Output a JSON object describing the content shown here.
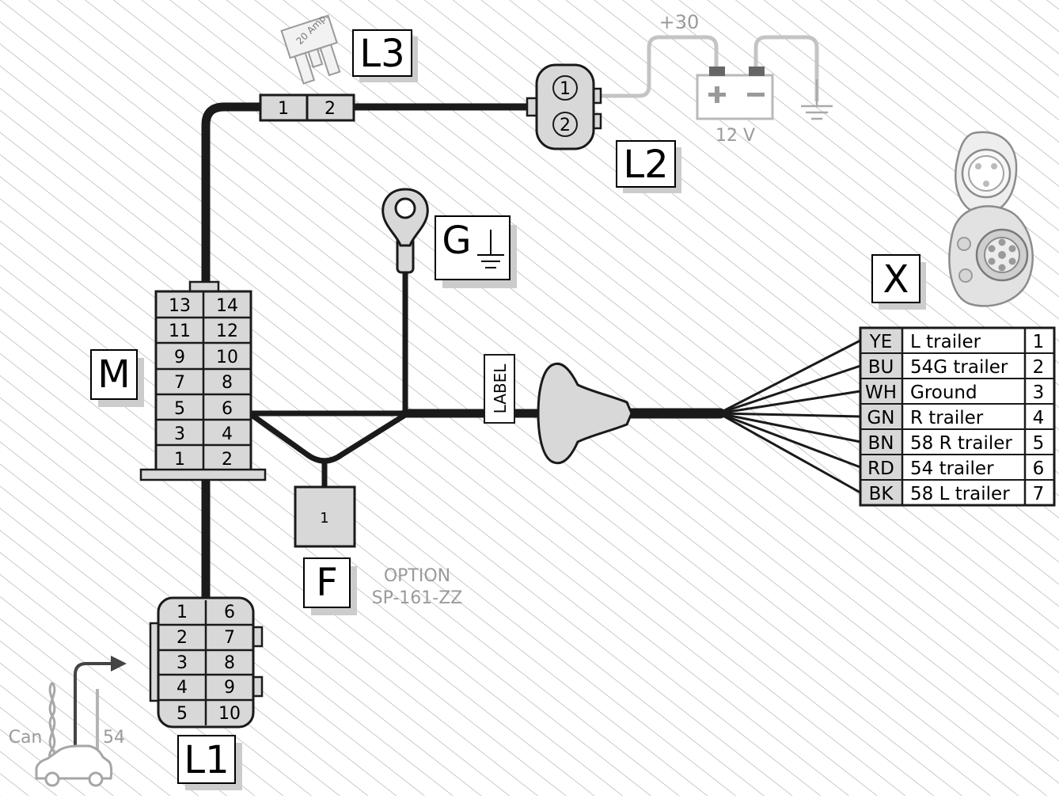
{
  "labels": {
    "L3": "L3",
    "L2": "L2",
    "L1": "L1",
    "M": "M",
    "G": "G",
    "F": "F",
    "X": "X"
  },
  "fuse": {
    "text": "20 Amp."
  },
  "fuse_holder": {
    "pins": [
      "1",
      "2"
    ]
  },
  "l2_connector": {
    "pins": [
      "1",
      "2"
    ]
  },
  "battery": {
    "terminal_label": "+30",
    "voltage": "12 V"
  },
  "label_tag": "LABEL",
  "option": {
    "line1": "OPTION",
    "line2": "SP-161-ZZ"
  },
  "f_module": {
    "pin": "1"
  },
  "m_connector": {
    "pins": [
      [
        "13",
        "14"
      ],
      [
        "11",
        "12"
      ],
      [
        "9",
        "10"
      ],
      [
        "7",
        "8"
      ],
      [
        "5",
        "6"
      ],
      [
        "3",
        "4"
      ],
      [
        "1",
        "2"
      ]
    ]
  },
  "l1_connector": {
    "pins": [
      [
        "1",
        "6"
      ],
      [
        "2",
        "7"
      ],
      [
        "3",
        "8"
      ],
      [
        "4",
        "9"
      ],
      [
        "5",
        "10"
      ]
    ]
  },
  "vehicle": {
    "can_label": "Can",
    "signal_label": "54"
  },
  "wire_table": [
    {
      "color": "YE",
      "function": "L trailer",
      "pin": "1"
    },
    {
      "color": "BU",
      "function": "54G trailer",
      "pin": "2"
    },
    {
      "color": "WH",
      "function": "Ground",
      "pin": "3"
    },
    {
      "color": "GN",
      "function": "R trailer",
      "pin": "4"
    },
    {
      "color": "BN",
      "function": "58 R trailer",
      "pin": "5"
    },
    {
      "color": "RD",
      "function": "54 trailer",
      "pin": "6"
    },
    {
      "color": "BK",
      "function": "58 L trailer",
      "pin": "7"
    }
  ],
  "colors": {
    "wire": "#1a1a1a",
    "aux_wire": "#c2c2c2",
    "component_fill": "#d8d8d8",
    "shadow": "#cccccc",
    "hatch": "#9c9c9c"
  }
}
